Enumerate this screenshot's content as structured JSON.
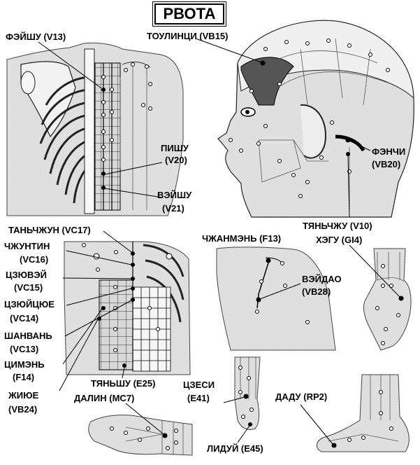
{
  "title": "РВОТА",
  "labels": {
    "feishu": "ФЭЙШУ (V13)",
    "toulinci": "ТОУЛИНЦИ (VB15)",
    "pishu": "ПИШУ",
    "pishu_code": "(V20)",
    "weishu": "ВЭЙШУ",
    "weishu_code": "(V21)",
    "fengchi": "ФЭНЧИ",
    "fengchi_code": "(VB20)",
    "tianzhu": "ТЯНЬЧЖУ (V10)",
    "tanzhong": "ТАНЬЧЖУН (VC17)",
    "zhongting": "ЧЖУНТИН",
    "zhongting_code": "(VC16)",
    "jiuwei": "ЦЗЮВЭЙ",
    "jiuwei_code": "(VC15)",
    "juque": "ЦЗЮЙЦЮЕ",
    "juque_code": "(VC14)",
    "shangwan": "ШАНВАНЬ",
    "shangwan_code": "(VC13)",
    "qimen": "ЦИМЭНЬ",
    "qimen_code": "(F14)",
    "riyue": "ЖИЮЕ",
    "riyue_code": "(VB24)",
    "tianshu": "ТЯНЬШУ (E25)",
    "zhangmen": "ЧЖАНМЭНЬ (F13)",
    "weidao": "ВЭЙДАО",
    "weidao_code": "(VB28)",
    "hegu": "ХЭГУ (GI4)",
    "daling": "ДАЛИН (МС7)",
    "jiexi": "ЦЗЕСИ",
    "jiexi_code": "(E41)",
    "lidui": "ЛИДУЙ (E45)",
    "dadu": "ДАДУ (RP2)"
  }
}
